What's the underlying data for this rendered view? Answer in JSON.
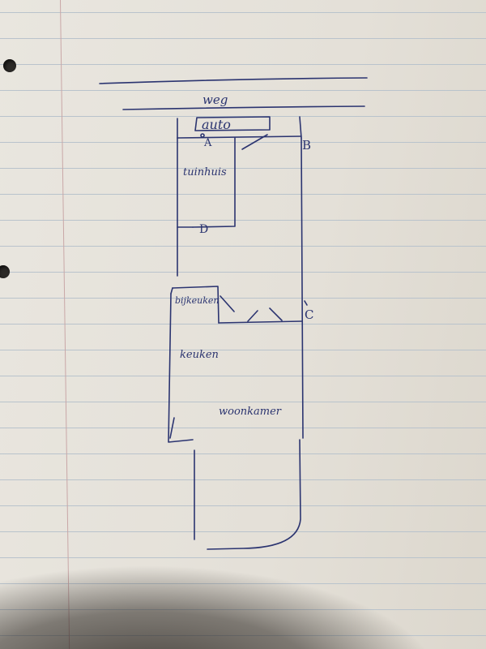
{
  "labels": {
    "road": "weg",
    "car": "auto",
    "point_a": "A",
    "point_b": "B",
    "point_c": "C",
    "point_d": "D",
    "garden_house": "tuinhuis",
    "annex": "bijkeuken",
    "kitchen": "keuken",
    "living_room": "woonkamer"
  },
  "colors": {
    "ink": "#2b3470",
    "paper": "#e6e2da",
    "ruling": "#b9c3cc"
  }
}
